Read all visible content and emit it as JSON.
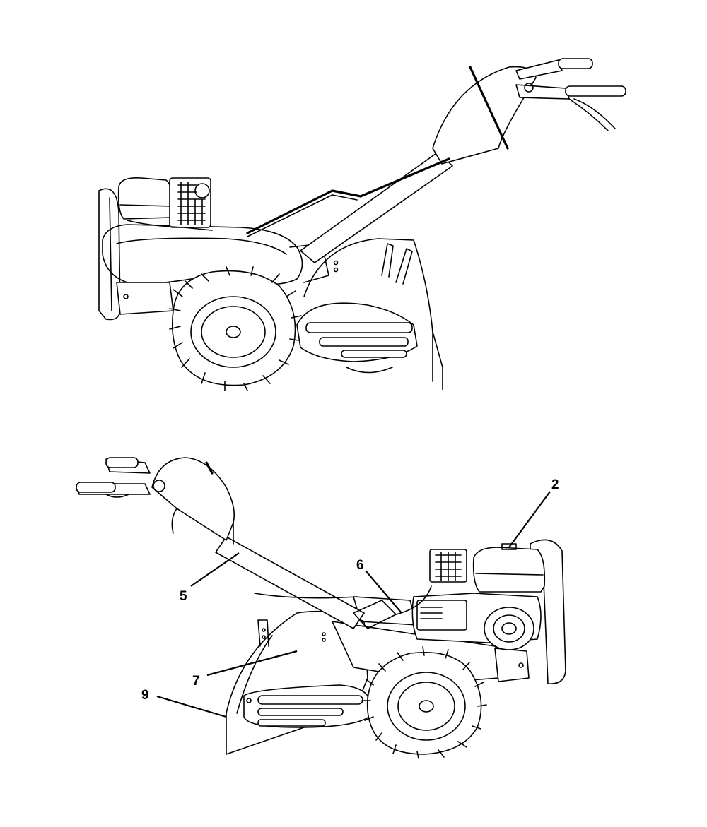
{
  "callouts": [
    {
      "label": "2"
    },
    {
      "label": "5"
    },
    {
      "label": "6"
    },
    {
      "label": "7"
    },
    {
      "label": "9"
    }
  ],
  "colors": {
    "line": "#000000",
    "background": "#ffffff"
  }
}
